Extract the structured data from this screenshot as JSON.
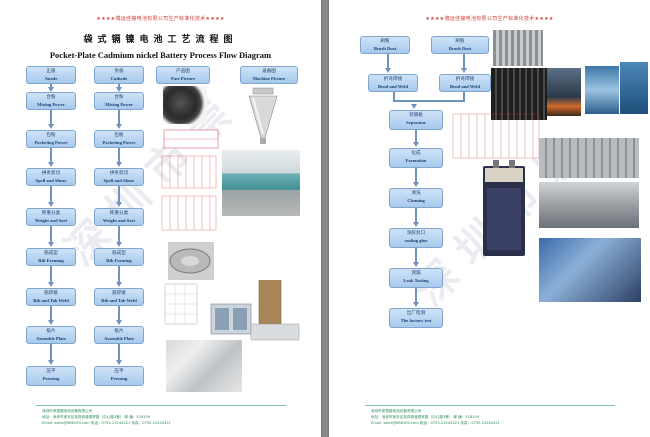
{
  "left": {
    "header": "★★★★博运佳镍电池有限公司生产标准化技术★★★★",
    "title_cn": "袋式镉镍电池工艺流程图",
    "title_en": "Pocket-Plate Cadmium nickel Battery Process Flow Diagram",
    "columns": [
      {
        "cn": "正极",
        "en": "Anode"
      },
      {
        "cn": "负极",
        "en": "Cathode"
      },
      {
        "cn": "产品图",
        "en": "Part Picture"
      },
      {
        "cn": "设备图",
        "en": "Machine Picture"
      }
    ],
    "anode_steps": [
      {
        "cn": "合粉",
        "en": "Mixing Power"
      },
      {
        "cn": "包粉",
        "en": "Pocketing Power"
      },
      {
        "cn": "拼条剪切",
        "en": "Spell and Shear"
      },
      {
        "cn": "称重分类",
        "en": "Weight and Sort"
      },
      {
        "cn": "筋成型",
        "en": "Rib Forming"
      },
      {
        "cn": "筋焊接",
        "en": "Rib and Tab Weld"
      },
      {
        "cn": "极片",
        "en": "Assemble Plate"
      },
      {
        "cn": "压平",
        "en": "Pressing"
      }
    ],
    "cathode_steps": [
      {
        "cn": "合粉",
        "en": "Mixing Power"
      },
      {
        "cn": "包粉",
        "en": "Pocketing Power"
      },
      {
        "cn": "拼条剪切",
        "en": "Spell and Shear"
      },
      {
        "cn": "称重分类",
        "en": "Weight and Sort"
      },
      {
        "cn": "筋成型",
        "en": "Rib Forming"
      },
      {
        "cn": "筋焊接",
        "en": "Rib and Tab Weld"
      },
      {
        "cn": "极片",
        "en": "Assemble Plate"
      },
      {
        "cn": "压平",
        "en": "Pressing"
      }
    ],
    "footer": [
      "深圳市崇德镍电池设备有限公司",
      "地址：深圳市宝安区松岗街道燕罗路（中心路3巷）   邮 编：518109",
      "Email: sales@888163.com  电话：0755-23244321  传真：0755-23244321"
    ]
  },
  "right": {
    "header": "★★★★博运佳镍电池有限公司生产标准化技术★★★★",
    "top_steps": [
      {
        "cn": "刷粉",
        "en": "Brush Dust"
      },
      {
        "cn": "刷粉",
        "en": "Brush Dust"
      }
    ],
    "bend_steps": [
      {
        "cn": "折弯焊接",
        "en": "Bend and Weld"
      },
      {
        "cn": "折弯焊接",
        "en": "Bend and Weld"
      }
    ],
    "main_steps": [
      {
        "cn": "装隔板",
        "en": "Separator"
      },
      {
        "cn": "化成",
        "en": "Formation"
      },
      {
        "cn": "清洗",
        "en": "Cleaning"
      },
      {
        "cn": "涂胶封口",
        "en": "sealing glue"
      },
      {
        "cn": "测漏",
        "en": "Leak Testing"
      },
      {
        "cn": "出厂检测",
        "en": "The factory test"
      }
    ],
    "footer": [
      "深圳市崇德镍电池设备有限公司",
      "地址：深圳市宝安区松岗街道燕罗路（中心路3巷）   邮 编：518109",
      "Email: sales@888163.com  电话：0755-23244321  传真：0755-23244321"
    ]
  },
  "colors": {
    "box_fill": "#b9d6f2",
    "box_border": "#7fa6cf",
    "arrow": "#6f93bf",
    "header_red": "#d4443c",
    "footer_green": "#2b8a5a"
  }
}
